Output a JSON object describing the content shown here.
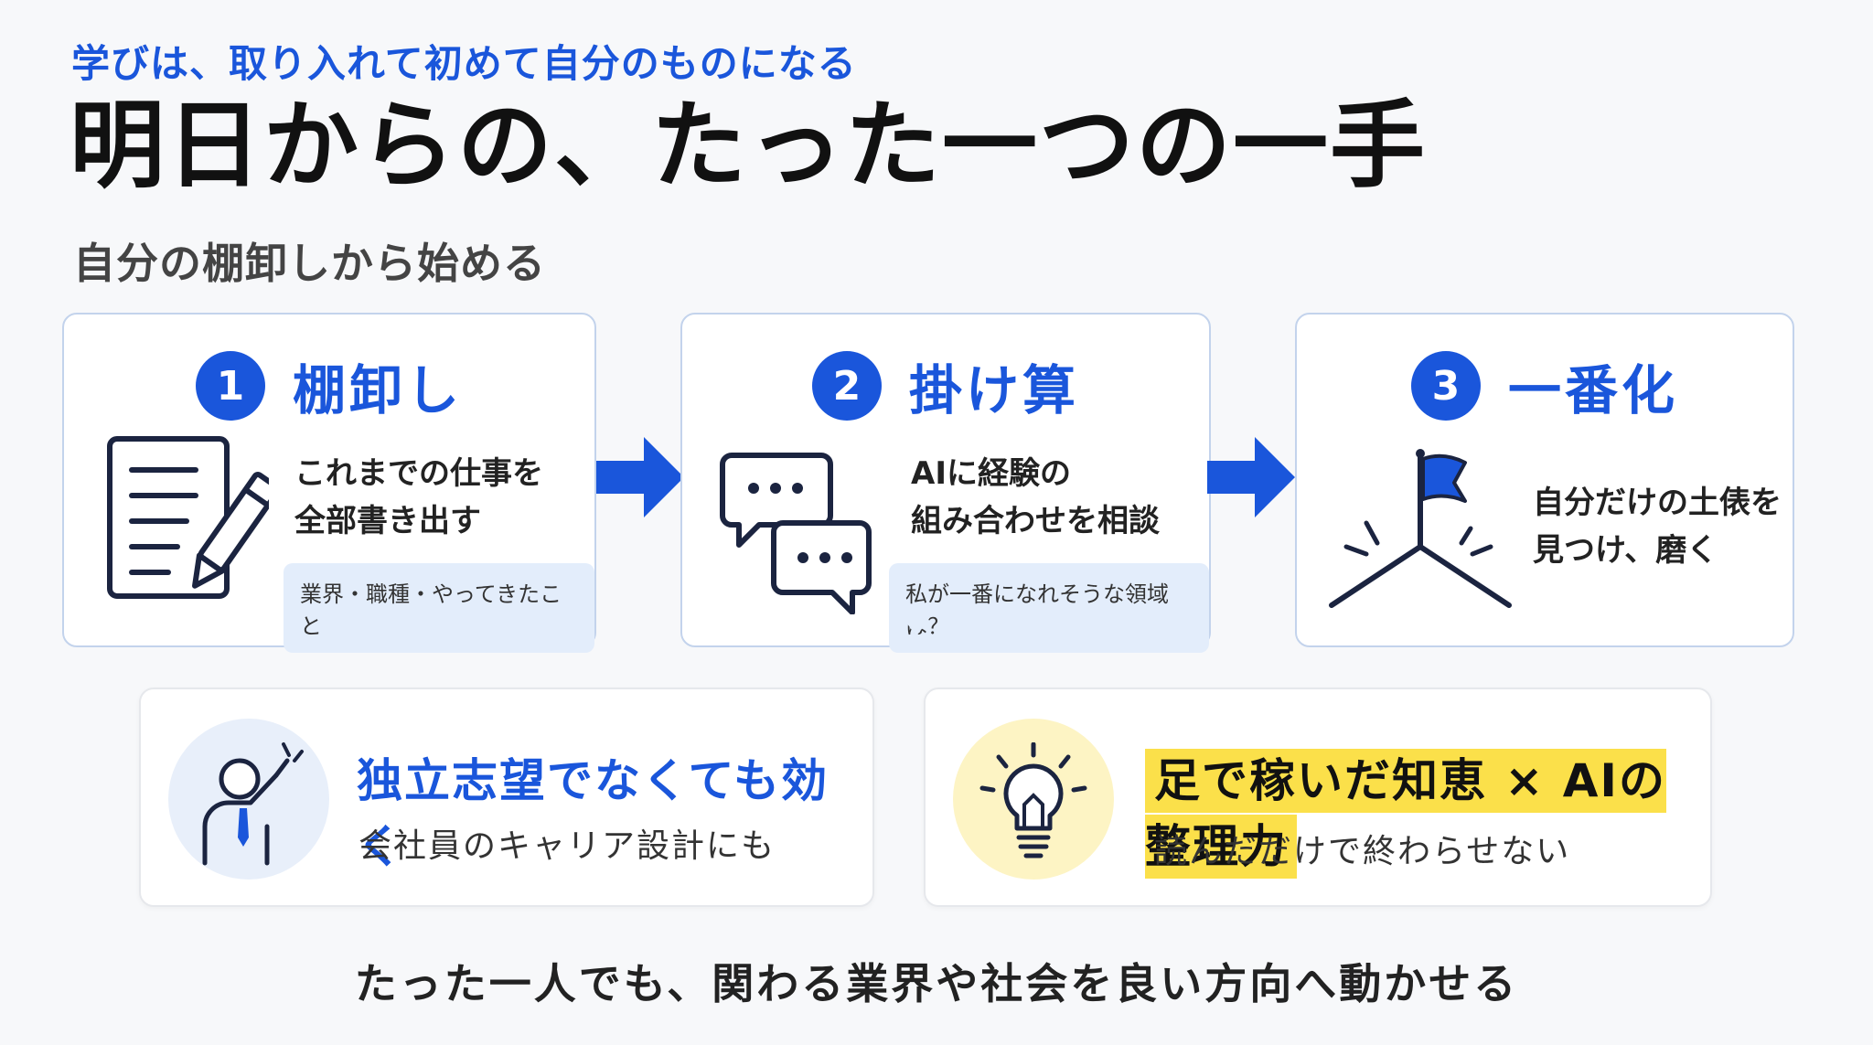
{
  "header": {
    "eyebrow": "学びは、取り入れて初めて自分のものになる",
    "title": "明日からの、たった一つの一手",
    "subtitle": "自分の棚卸しから始める"
  },
  "steps": [
    {
      "number": "1",
      "title": "棚卸し",
      "line1": "これまでの仕事を",
      "line2": "全部書き出す",
      "tag": "業界・職種・やってきたこと",
      "icon": "document-pen-icon"
    },
    {
      "number": "2",
      "title": "掛け算",
      "line1": "AIに経験の",
      "line2": "組み合わせを相談",
      "tag": "私が一番になれそうな領域は？",
      "icon": "chat-bubbles-icon"
    },
    {
      "number": "3",
      "title": "一番化",
      "line1": "自分だけの土俵を",
      "line2": "見つけ、磨く",
      "icon": "flag-summit-icon"
    }
  ],
  "cards": [
    {
      "title": "独立志望でなくても効く",
      "subtitle": "会社員のキャリア設計にも",
      "icon": "raised-hand-person-icon"
    },
    {
      "title": "足で稼いだ知恵 × AIの整理力",
      "subtitle": "読んだだけで終わらせない",
      "icon": "lightbulb-icon"
    }
  ],
  "footer": "たった一人でも、関わる業界や社会を良い方向へ動かせる",
  "colors": {
    "accent": "#1a56db",
    "highlight": "#fbe04a",
    "tag_bg": "#e3edfb",
    "bulb_bg": "#fdf4c4",
    "person_bg": "#e8effa"
  }
}
